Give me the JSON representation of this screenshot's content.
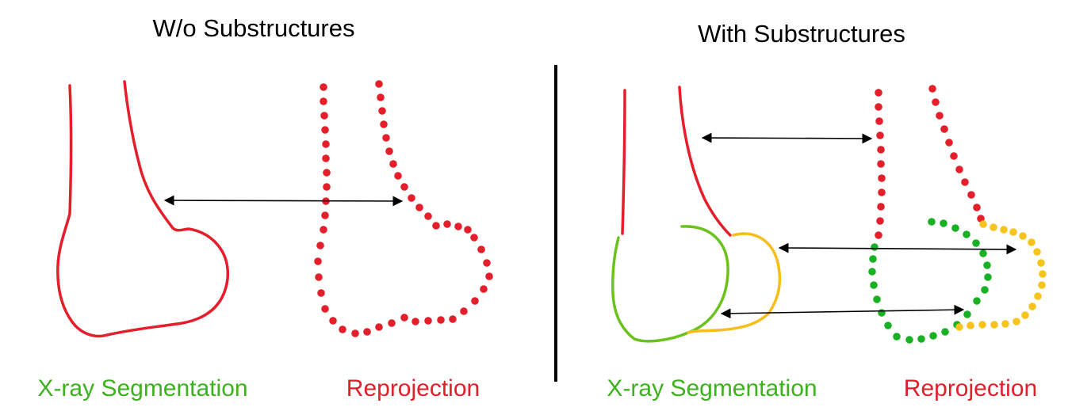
{
  "panels": [
    {
      "title": "W/o Substructures",
      "labels": {
        "segmentation": "X-ray Segmentation",
        "reprojection": "Reprojection"
      }
    },
    {
      "title": "With Substructures",
      "labels": {
        "segmentation": "X-ray Segmentation",
        "reprojection": "Reprojection"
      }
    }
  ],
  "colors": {
    "segmentation_label": "#3cb21d",
    "reprojection_label": "#e0202b",
    "bone_outline": "#e41e2b",
    "substructure_green": "#6bc21e",
    "substructure_yellow": "#f7bd1c",
    "dot_green": "#19b024",
    "dot_yellow": "#f7c41d",
    "arrow": "#000000",
    "divider": "#000000"
  }
}
